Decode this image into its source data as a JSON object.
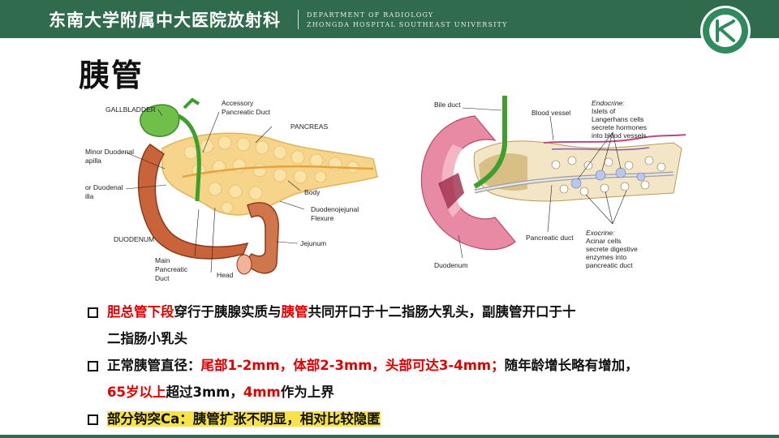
{
  "header": {
    "department": "东南大学附属中大医院放射科",
    "english_line1": "DEPARTMENT OF RADIOLOGY",
    "english_line2": "ZHONGDA HOSPITAL SOUTHEAST UNIVERSITY",
    "logo_icon": "hospital-seal-icon",
    "bar_color": "#2f6b4c"
  },
  "page": {
    "title": "胰管"
  },
  "figure_left": {
    "labels": {
      "gallbladder": "GALLBLADDER",
      "accessory_duct_1": "Accessory",
      "accessory_duct_2": "Pancreatic Duct",
      "pancreas": "PANCREAS",
      "minor_papilla_1": "Minor Duodenal",
      "minor_papilla_2": "apilla",
      "major_papilla_1": "or Duodenal",
      "major_papilla_2": "illa",
      "body": "Body",
      "flexure_1": "Duodenojejunal",
      "flexure_2": "Flexure",
      "duodenum": "DUODENUM",
      "jejunum": "Jejunum",
      "main_duct_1": "Main",
      "main_duct_2": "Pancreatic",
      "main_duct_3": "Duct",
      "head": "Head"
    }
  },
  "figure_right": {
    "labels": {
      "bile_duct": "Bile duct",
      "blood_vessel": "Blood vessel",
      "endocrine_title": "Endocrine:",
      "endocrine_1": "Islets of",
      "endocrine_2": "Langerhans cells",
      "endocrine_3": "secrete hormones",
      "endocrine_4": "into blood vessels",
      "pancreatic_duct": "Pancreatic duct",
      "duodenum": "Duodenum",
      "exocrine_title": "Exocrine:",
      "exocrine_1": "Acinar cells",
      "exocrine_2": "secrete digestive",
      "exocrine_3": "enzymes into",
      "exocrine_4": "pancreatic duct"
    }
  },
  "bullets": {
    "b1": {
      "red1": "胆总管下段",
      "t1": "穿行于胰腺实质与",
      "red2": "胰管",
      "t2": "共同开口于十二指肠大乳头，副胰管开口于十",
      "t3": "二指肠小乳头"
    },
    "b2": {
      "t1": "正常胰管直径：",
      "red1": "尾部1-2mm，体部2-3mm，头部可达3-4mm；",
      "t2": "随年龄增长略有增加，",
      "red2": "65岁以上",
      "t3": "超过3mm，",
      "red3": "4mm",
      "t4": "作为上界"
    },
    "b3": {
      "t1": "部分钩突Ca：胰管扩张不明显，相对比较隐匿"
    }
  },
  "colors": {
    "accent_red": "#e00000",
    "highlight_yellow": "#f7e24a"
  }
}
